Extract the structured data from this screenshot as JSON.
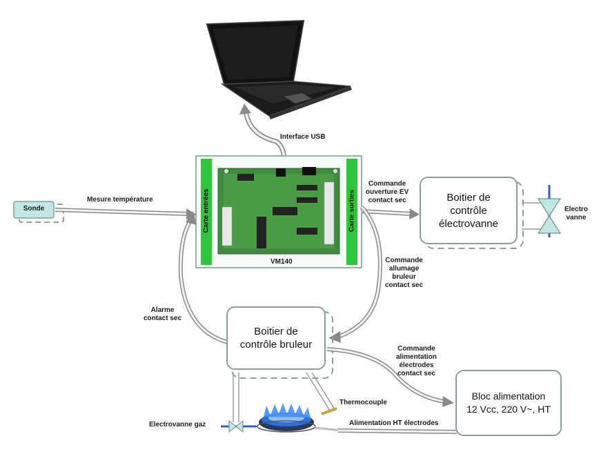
{
  "nodes": {
    "sonde": "Sonde",
    "board_name": "VM140",
    "input_card": "Carte entrées",
    "output_card": "Carte sorties",
    "valve_box": "Boitier de\ncontrôle\nélectrovanne",
    "burner_box": "Boitier de\ncontrôle bruleur",
    "power_box": "Bloc alimentation\n12 Vcc, 220 V~, HT",
    "electro_vanne": "Electro\nvanne",
    "thermocouple": "Thermocouple",
    "gas_valve": "Electrovanne gaz"
  },
  "links": {
    "usb": "Interface USB",
    "temp": "Mesure température",
    "open_ev": "Commande\nouverture EV\ncontact sec",
    "ignite": "Commande\nallumage\nbruleur\ncontact sec",
    "alarm": "Alarme\ncontact sec",
    "power_cmd": "Commande\nalimentation\nélectrodes\ncontact sec",
    "ht_power": "Alimentation HT électrodes"
  },
  "colors": {
    "box_border": "#8a9e9a",
    "connector": "#a0a0a0",
    "card_strip": "#2ec73a",
    "pcb": "#3f8a3c",
    "valve": "#c2e6e2",
    "pipe": "#2f5db8",
    "flame": "#2f6ee0"
  }
}
